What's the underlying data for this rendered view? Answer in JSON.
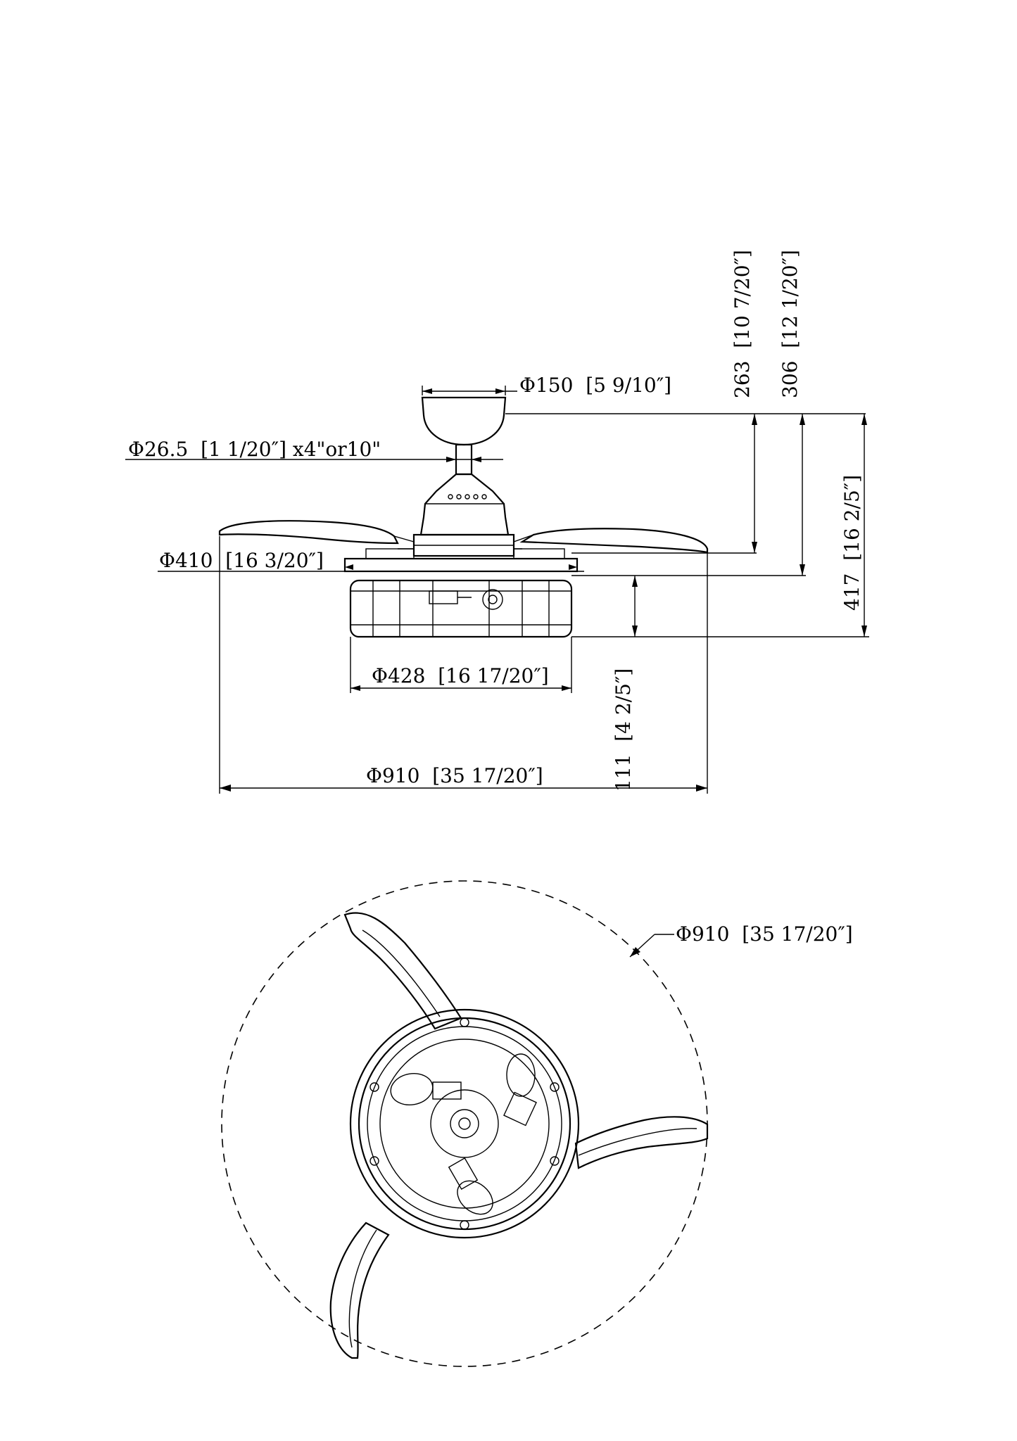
{
  "side_view": {
    "canopy_diameter": "Φ150  [5 9/10″]",
    "downrod": "Φ26.5  [1 1/20″] x4\"or10\"",
    "blade_hub_diameter": "Φ410  [16 3/20″]",
    "cage_diameter": "Φ428  [16 17/20″]",
    "span_diameter": "Φ910  [35 17/20″]",
    "height_263": "263  [10 7/20″]",
    "height_306": "306  [12 1/20″]",
    "height_417": "417  [16 2/5″]",
    "height_111": "111  [4 2/5″]"
  },
  "bottom_view": {
    "span_diameter": "Φ910  [35 17/20″]"
  }
}
